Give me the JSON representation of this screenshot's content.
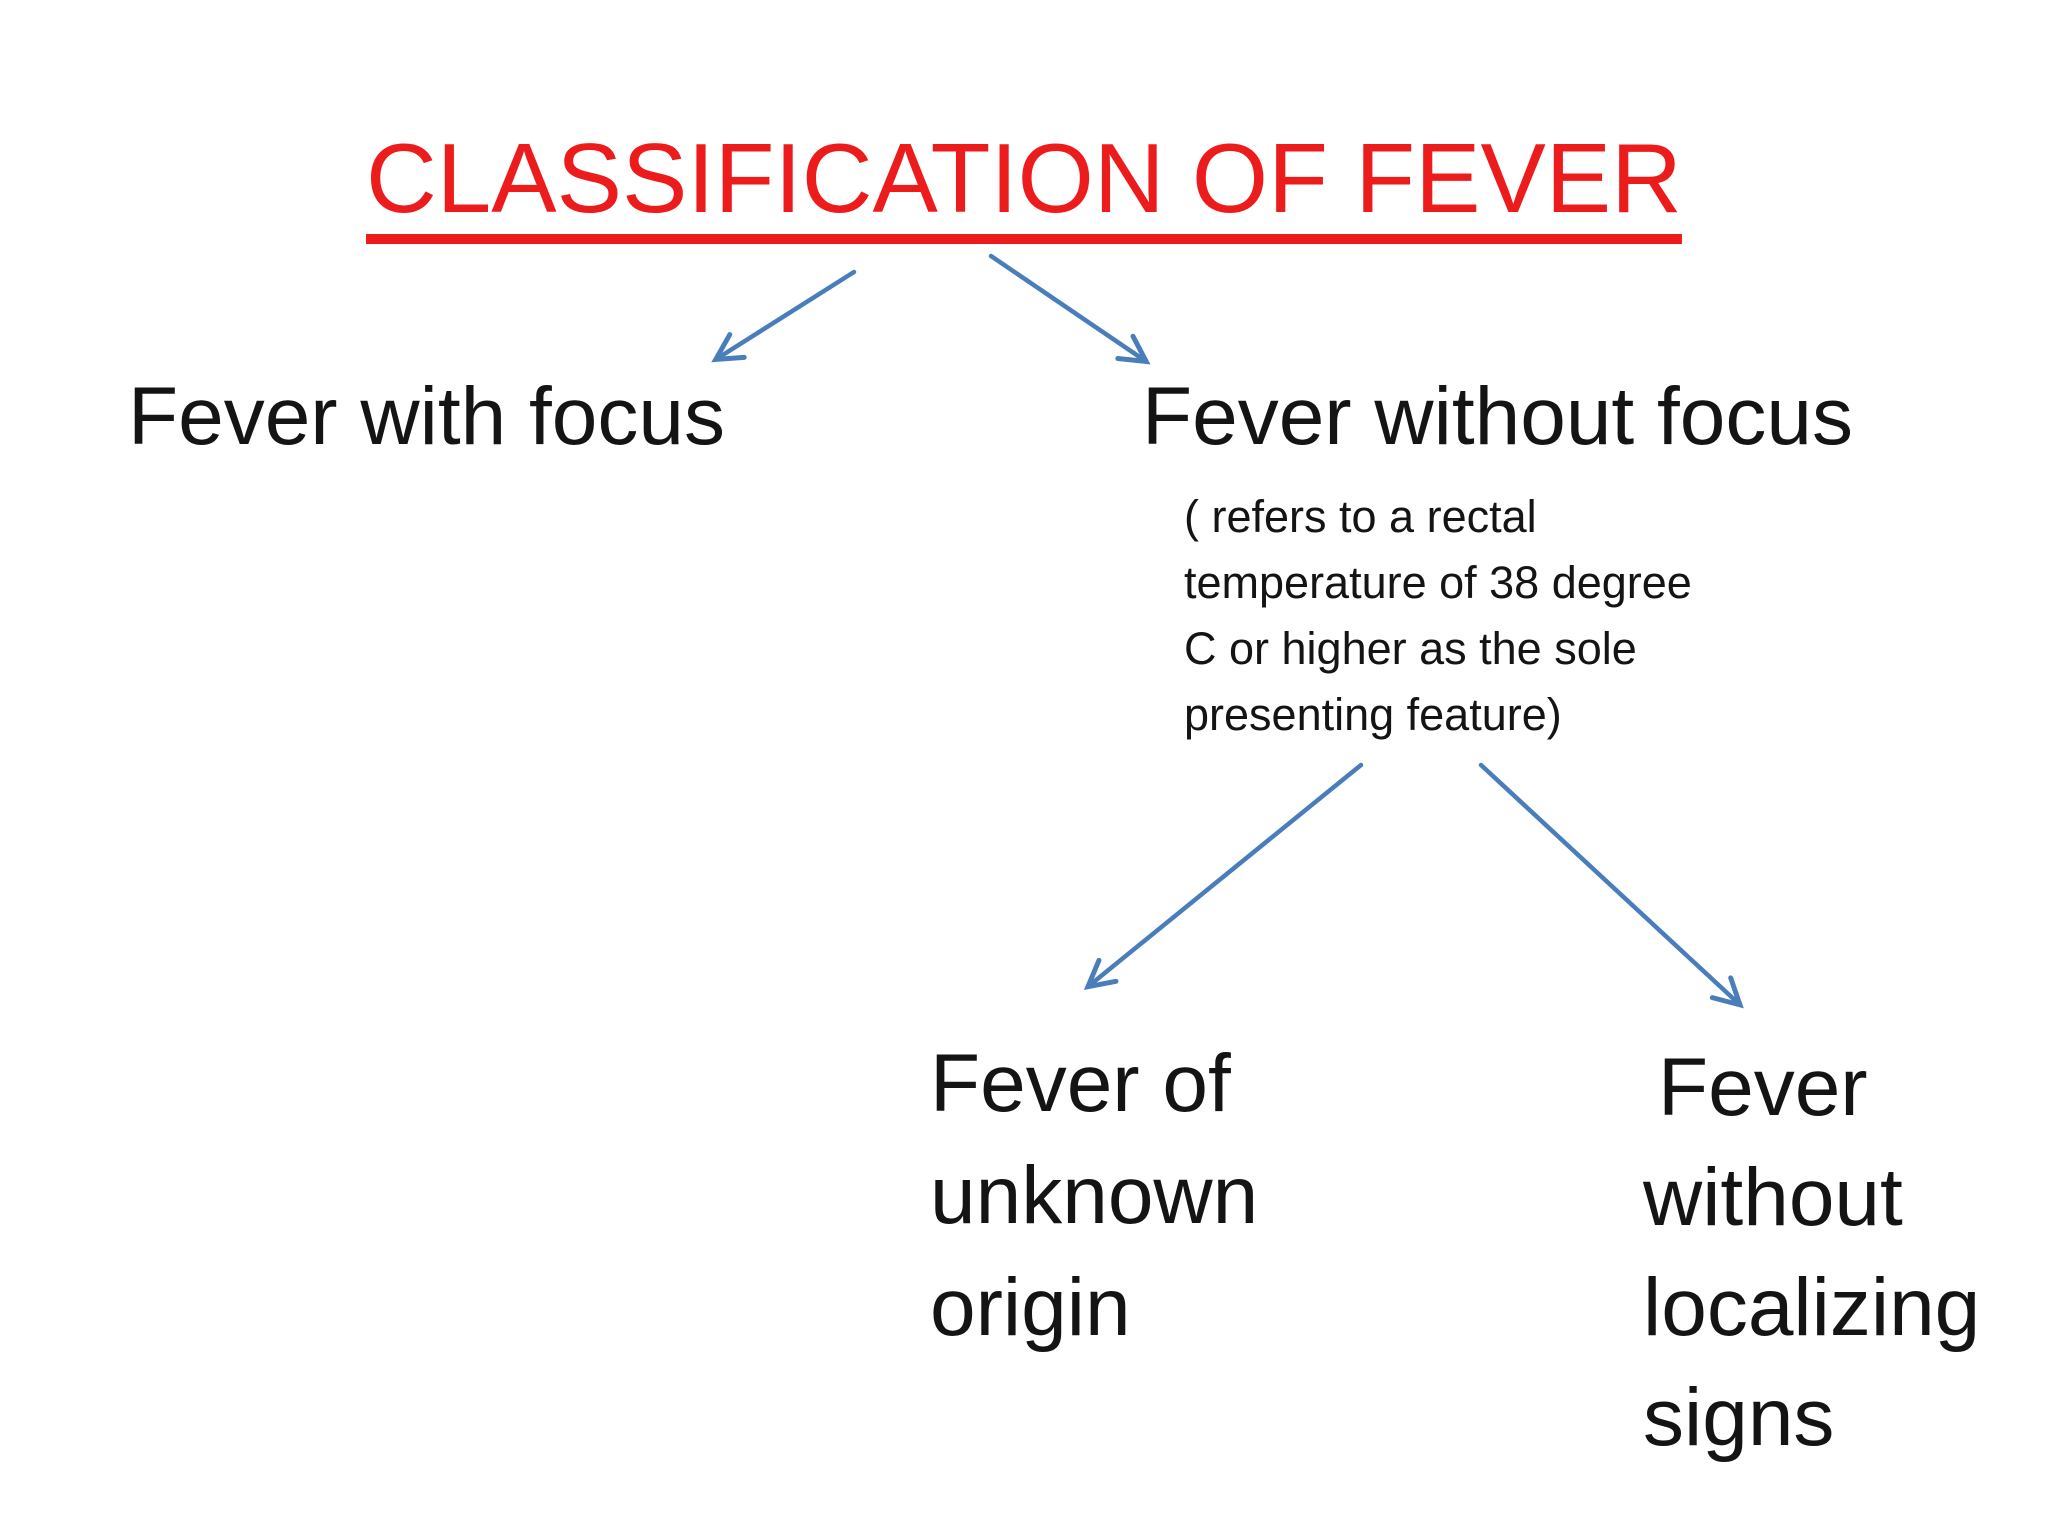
{
  "slide": {
    "title": "CLASSIFICATION OF FEVER"
  },
  "colors": {
    "title_red": "#ed1c1c",
    "body_text": "#141414",
    "arrow_blue": "#4a7ebb",
    "background": "#ffffff"
  },
  "level1": {
    "left": {
      "label": "Fever with focus"
    },
    "right": {
      "label": "Fever without focus",
      "note": "( refers to a rectal\ntemperature of 38 degree\nC or higher as the sole\npresenting feature)"
    }
  },
  "level2": {
    "left": {
      "label": "Fever of\nunknown\norigin"
    },
    "right": {
      "label": "Fever\nwithout\nlocalizing\nsigns"
    }
  }
}
